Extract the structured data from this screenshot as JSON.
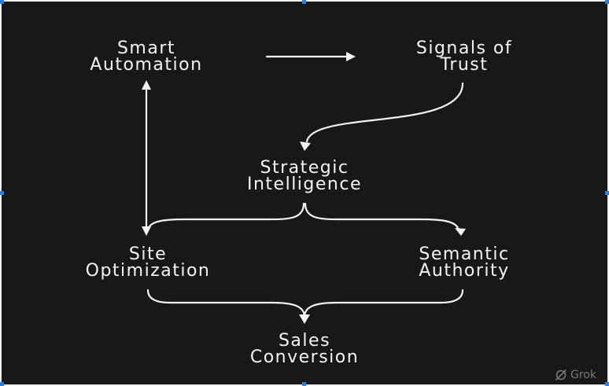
{
  "diagram": {
    "nodes": {
      "smart_automation": {
        "line1": "Smart",
        "line2": "Automation"
      },
      "signals_of_trust": {
        "line1": "Signals of",
        "line2": "Trust"
      },
      "strategic_intelligence": {
        "line1": "Strategic",
        "line2": "Intelligence"
      },
      "site_optimization": {
        "line1": "Site",
        "line2": "Optimization"
      },
      "semantic_authority": {
        "line1": "Semantic",
        "line2": "Authority"
      },
      "sales_conversion": {
        "line1": "Sales",
        "line2": "Conversion"
      }
    },
    "edges": [
      {
        "from": "Smart Automation",
        "to": "Signals of Trust"
      },
      {
        "from": "Signals of Trust",
        "to": "Strategic Intelligence"
      },
      {
        "from": "Smart Automation",
        "to": "Site Optimization",
        "bidirectional": true
      },
      {
        "from": "Strategic Intelligence",
        "to": "Site Optimization"
      },
      {
        "from": "Strategic Intelligence",
        "to": "Semantic Authority"
      },
      {
        "from": "Site Optimization",
        "to": "Sales Conversion"
      },
      {
        "from": "Semantic Authority",
        "to": "Sales Conversion"
      }
    ]
  },
  "colors": {
    "background": "#181818",
    "foreground": "#f4f4f4",
    "watermark": "#7a7a7a",
    "selection_handle": "#2f7de1"
  },
  "watermark": {
    "text": "Grok",
    "icon": "grok-logo-icon"
  }
}
